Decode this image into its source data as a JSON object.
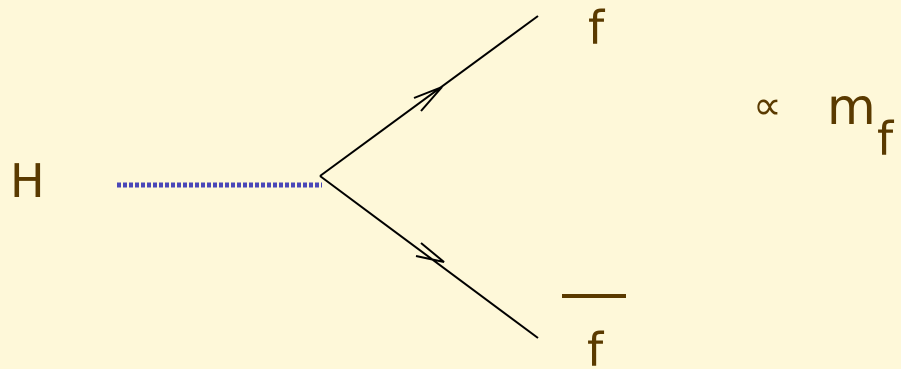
{
  "labels": {
    "higgs": "H",
    "fermion": "f",
    "antifermion": "f",
    "proportional": "∝",
    "mass_symbol": "m",
    "mass_subscript": "f"
  },
  "colors": {
    "background": "#fef8d9",
    "text": "#5a3a00",
    "scalar_line": "#4a47b8",
    "fermion_line": "#000000"
  }
}
